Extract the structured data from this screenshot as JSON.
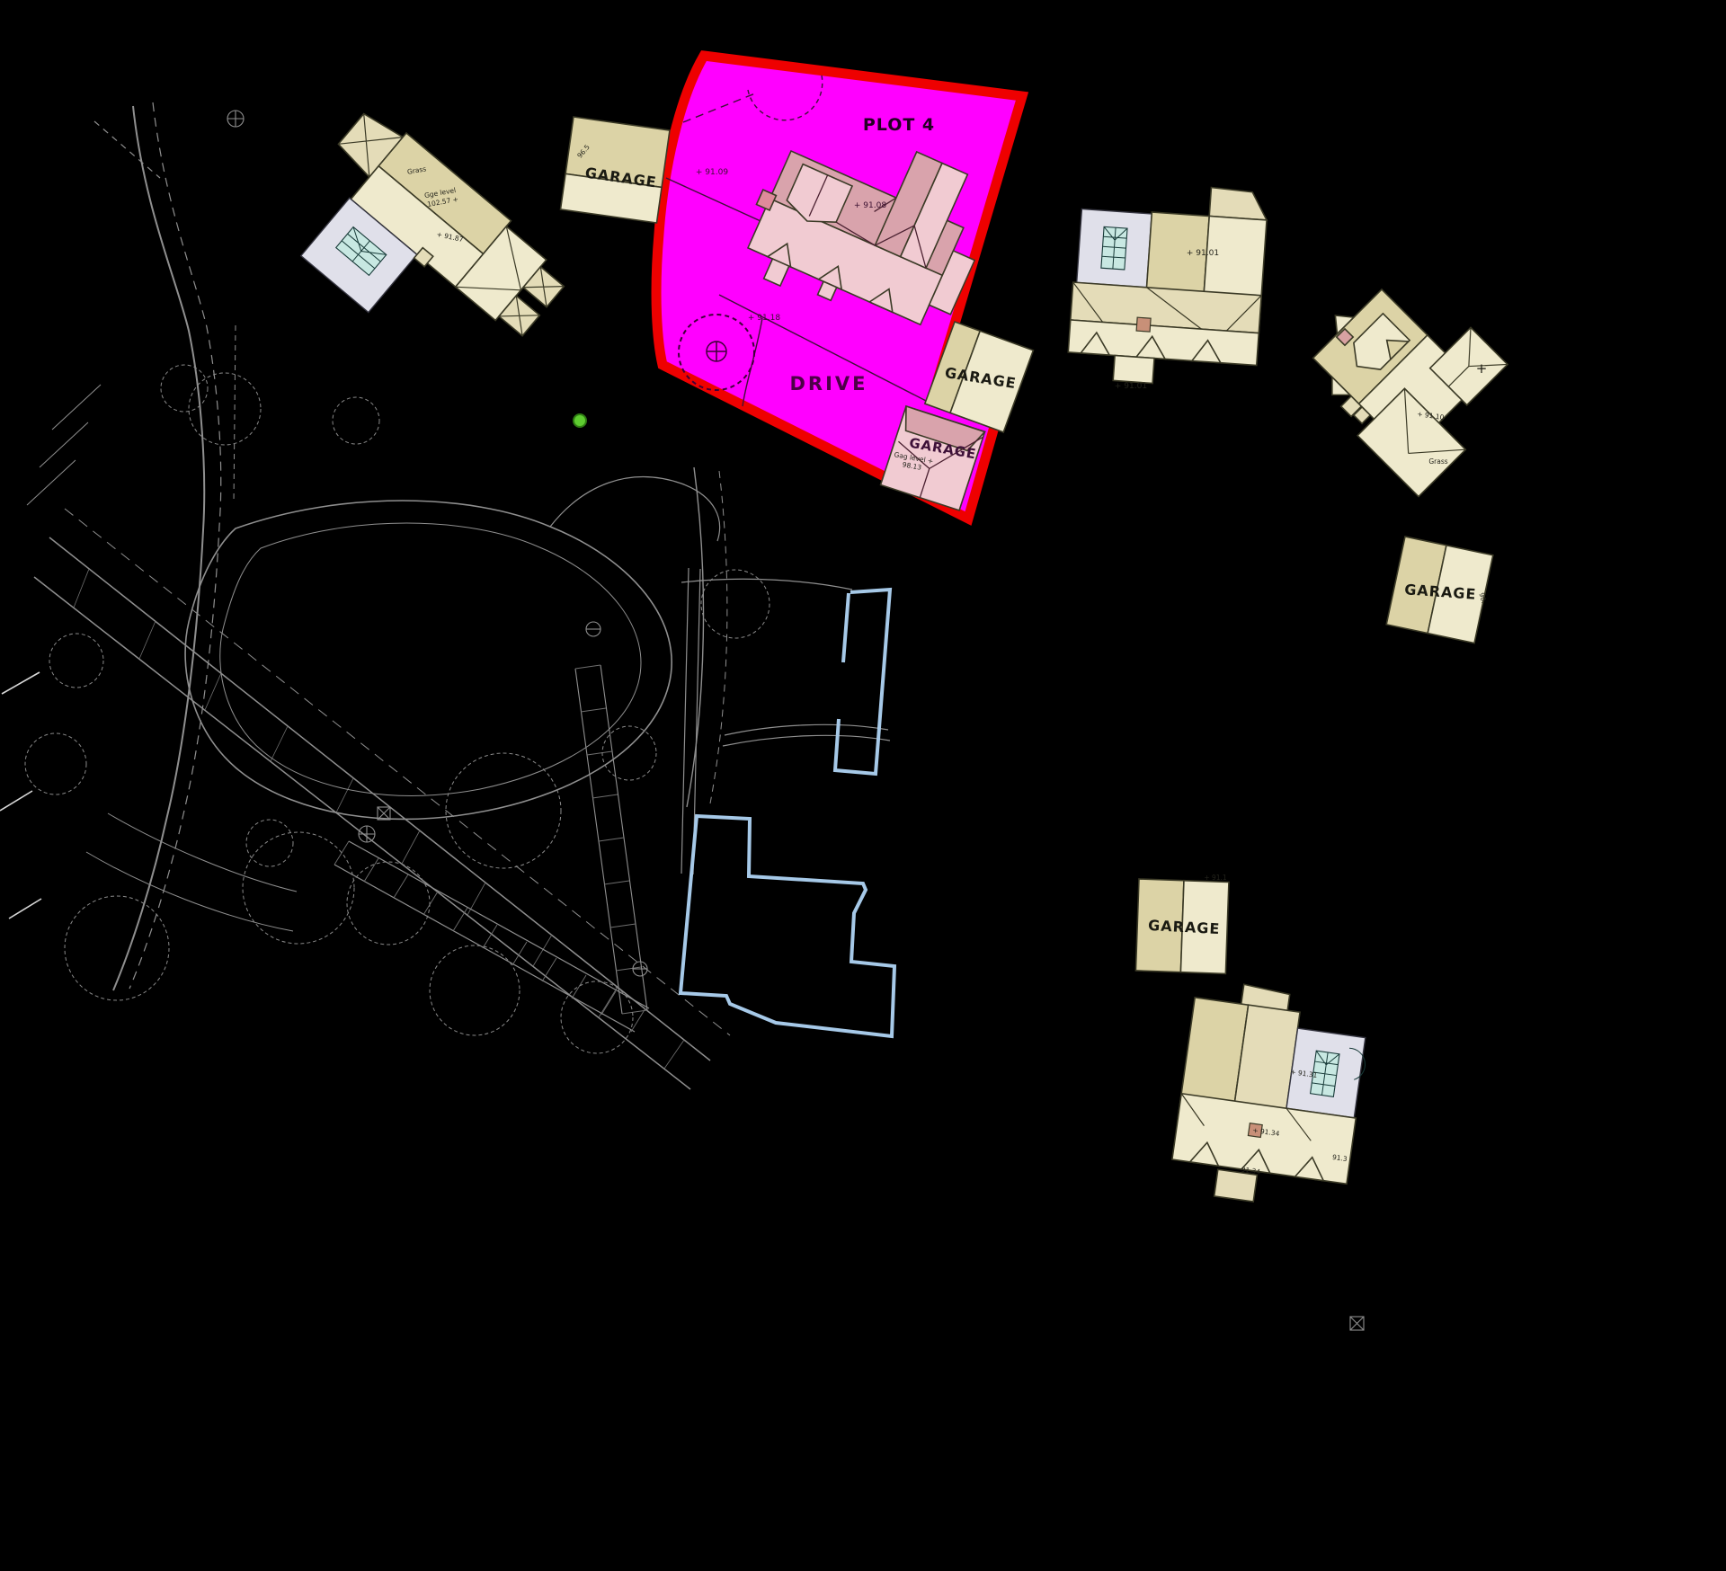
{
  "drawing_type": "architectural site plan",
  "colors": {
    "background": "#000000",
    "plot_fill": "#FF00FF",
    "plot_boundary": "#EE0000",
    "existing_building_dark": "#DCD3A6",
    "existing_building_light": "#EFEACD",
    "proposed_roof_dark": "#D9A3AC",
    "proposed_roof_light": "#F1CBD2",
    "conservatory_fill": "#E0E0EA",
    "glazing_fill": "#C8E8E2",
    "chimney_fill": "#C89078",
    "survey_line_grey": "#8F8F8F",
    "footprint_outline_blue": "#A6C9E8",
    "survey_marker_green": "#5ECC30"
  },
  "labels": {
    "plot": "PLOT 4",
    "drive": "DRIVE",
    "garage_top_left": "GARAGE",
    "garage_existing_mid": "GARAGE",
    "garage_proposed": "GARAGE",
    "garage_right": "GARAGE",
    "garage_bottom": "GARAGE",
    "grass_top_left": "Grass",
    "grass_right": "Grass",
    "level_91_09": "+ 91.09",
    "level_91_08": "+ 91.08",
    "level_91_18": "+ 91.18",
    "garage_level_caption": "Gag level +",
    "garage_level_value": "98.13",
    "ridge_caption_top_left": "Gge level",
    "ridge_value_top_left": "102.57 +",
    "level_91_87": "+ 91.87",
    "level_91_01_a": "+ 91.01",
    "level_91_01_b": "+ 91.01",
    "level_91_10": "+ 91.10",
    "cross_right_house": "+",
    "level_90": "90.",
    "level_96_5": "96.5",
    "level_91_34_a": "+ 91.34",
    "level_91_34_b": "91.34",
    "level_91_31": "+ 91.31",
    "level_91_3": "91.3",
    "level_91_1": "+ 91.1"
  }
}
